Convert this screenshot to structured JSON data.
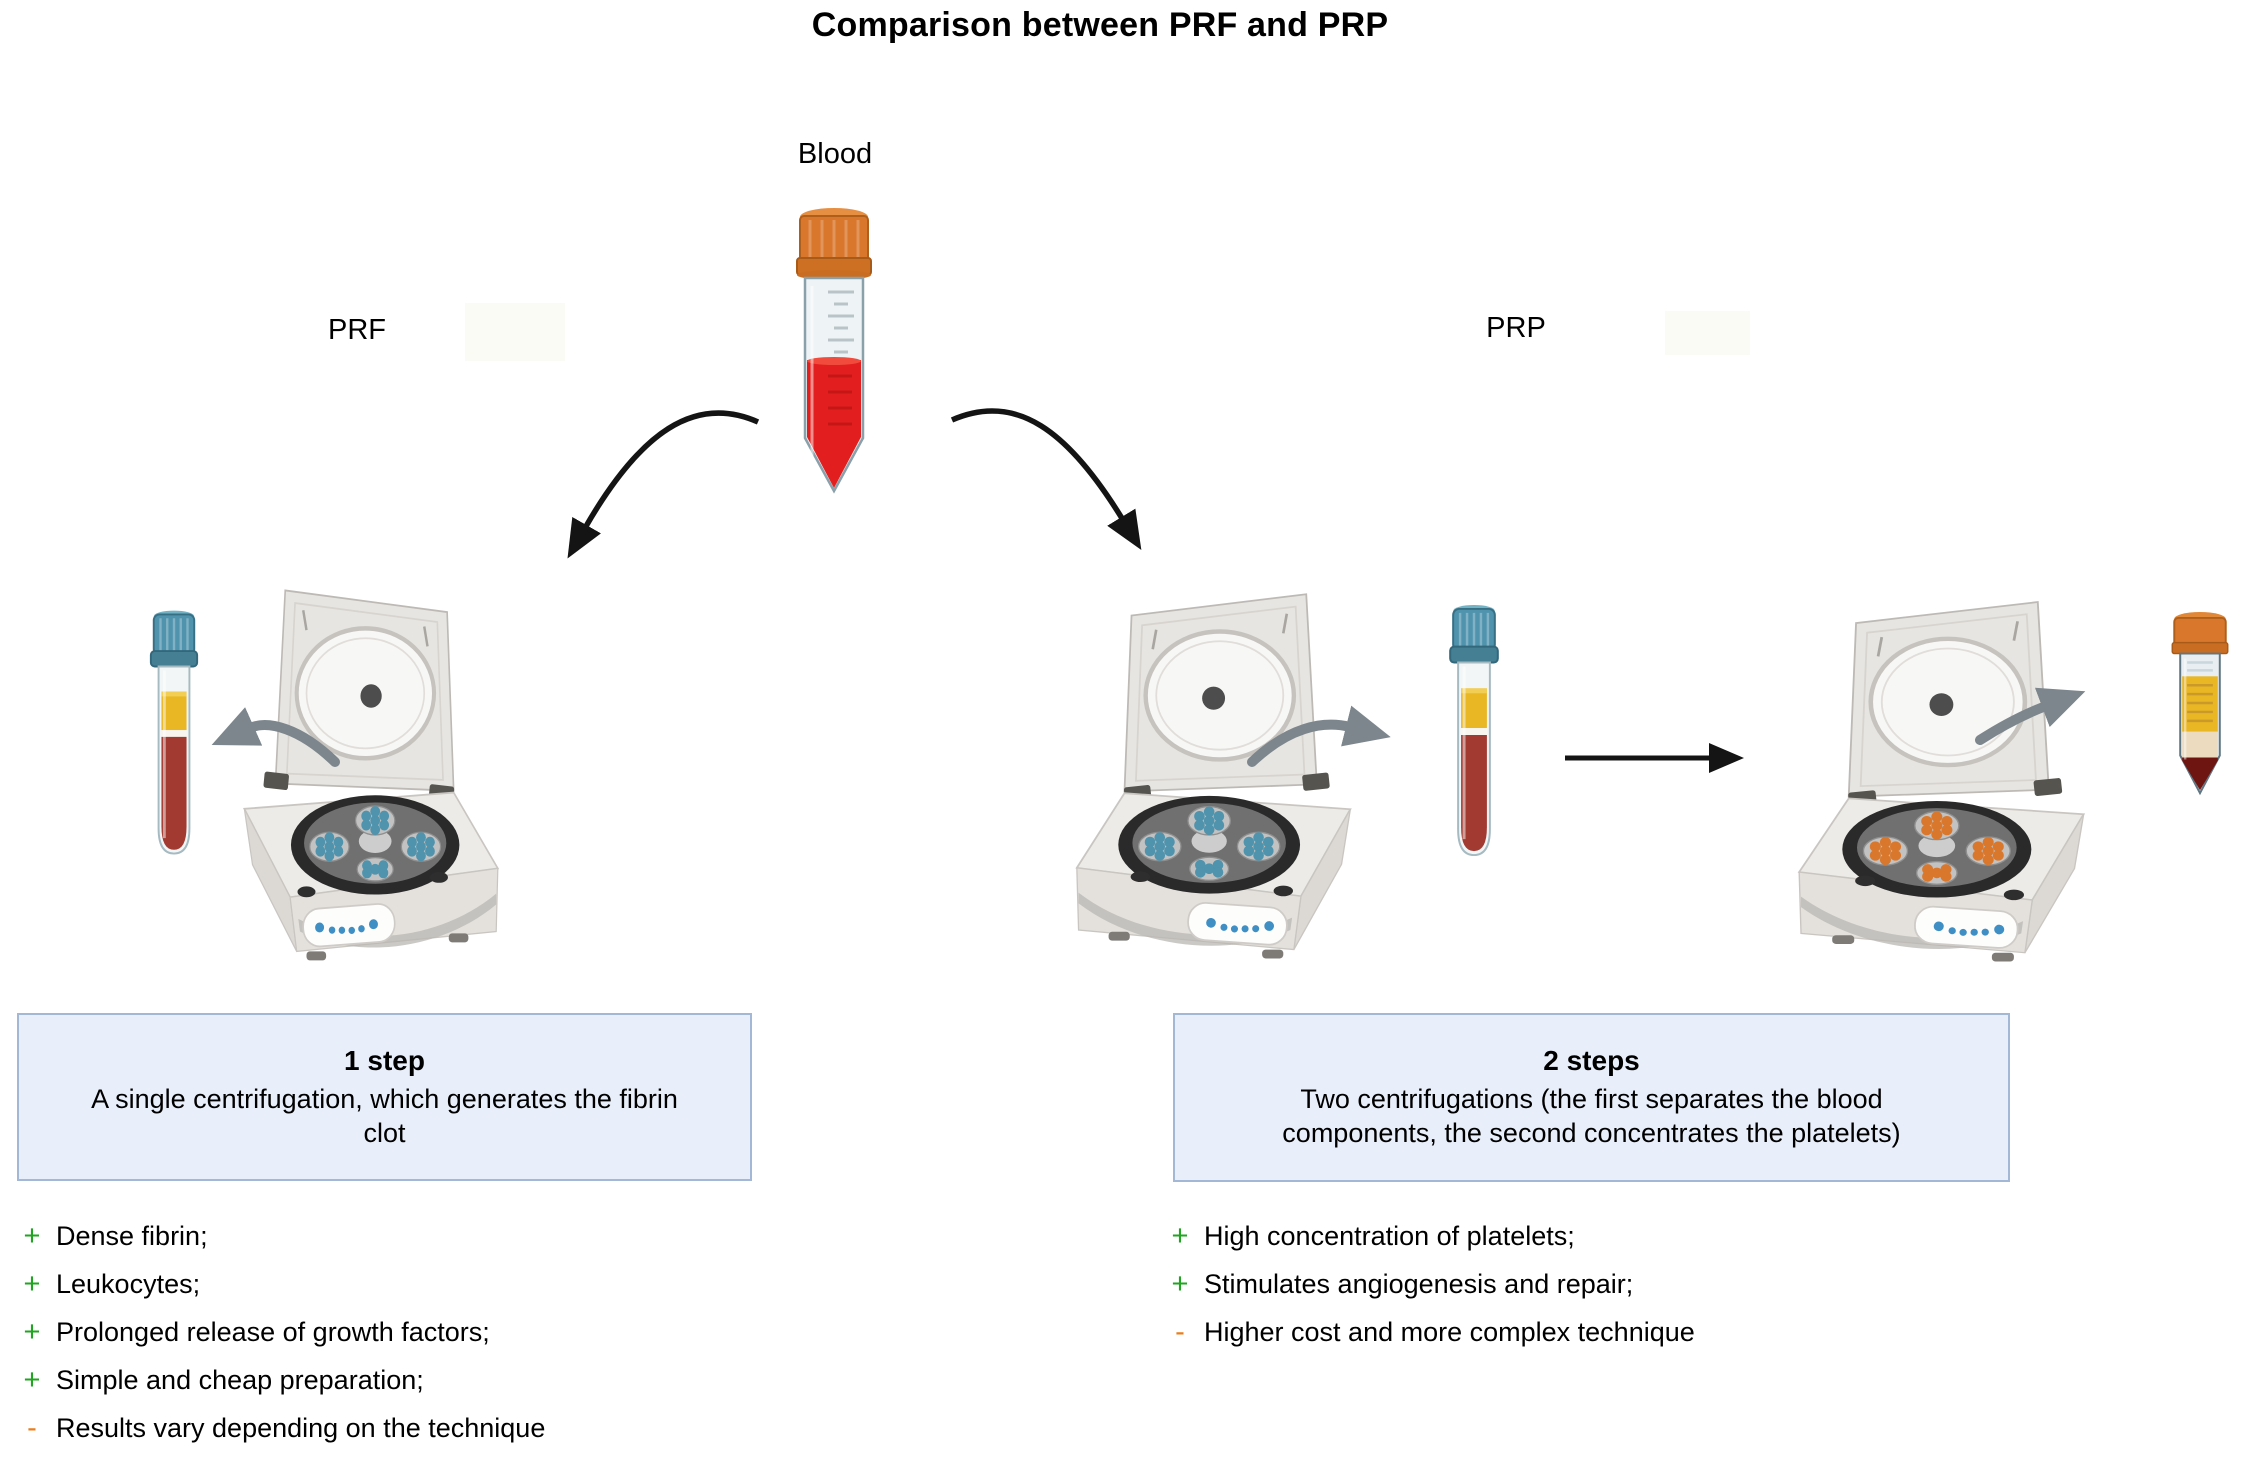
{
  "title": "Comparison between PRF and PRP",
  "blood": {
    "label": "Blood"
  },
  "prf": {
    "label": "PRF",
    "step_box": {
      "title": "1 step",
      "body": "A single centrifugation, which generates the fibrin clot"
    },
    "points": [
      {
        "sign": "+",
        "text": "Dense fibrin;"
      },
      {
        "sign": "+",
        "text": "Leukocytes;"
      },
      {
        "sign": "+",
        "text": "Prolonged release of growth factors;"
      },
      {
        "sign": "+",
        "text": "Simple and cheap preparation;"
      },
      {
        "sign": "-",
        "text": "Results vary depending on the technique"
      }
    ]
  },
  "prp": {
    "label": "PRP",
    "step_box": {
      "title": "2 steps",
      "body": "Two centrifugations (the first separates the blood components, the second concentrates the platelets)"
    },
    "points": [
      {
        "sign": "+",
        "text": "High concentration of platelets;"
      },
      {
        "sign": "+",
        "text": "Stimulates angiogenesis and repair;"
      },
      {
        "sign": "-",
        "text": "Higher cost and more complex technique"
      }
    ]
  },
  "colors": {
    "plus": "#1fa51f",
    "minus": "#e87e1e",
    "box_bg": "#e9effa",
    "box_border": "#a3b8d6",
    "blood_red": "#e31e1e",
    "plasma_yellow": "#e9b624",
    "rbc_red": "#a23a32",
    "cap_blue": "#4f93ad",
    "cap_orange": "#d9782c",
    "prp_red": "#6e1511",
    "arrow_black": "#141414",
    "arrow_gray": "#7c868c"
  }
}
